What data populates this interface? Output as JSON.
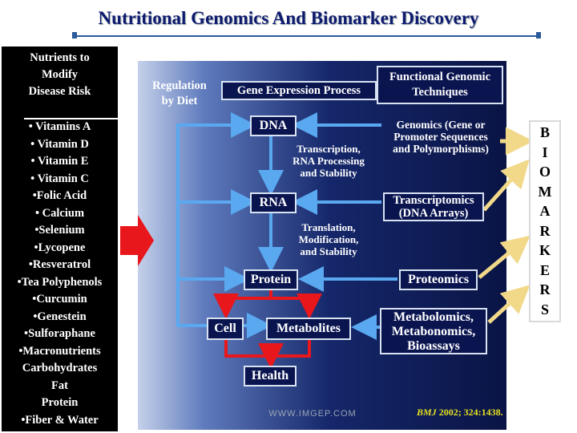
{
  "slide": {
    "title": "Nutritional Genomics And Biomarker Discovery"
  },
  "left": {
    "heading_lines": [
      "Nutrients to",
      "Modify",
      "Disease Risk"
    ],
    "items": [
      "• Vitamins A",
      "• Vitamin D",
      "• Vitamin E",
      "• Vitamin C",
      "•Folic Acid",
      "• Calcium",
      "•Selenium",
      "•Lycopene",
      "•Resveratrol",
      "•Tea Polyphenols",
      "•Curcumin",
      "•Genestein",
      "•Sulforaphane",
      "•Macronutrients",
      "Carbohydrates",
      "Fat",
      "Protein",
      "•Fiber & Water"
    ]
  },
  "diagram": {
    "header_regulation": [
      "Regulation",
      "by Diet"
    ],
    "header_process": "Gene Expression Process",
    "header_techniques": [
      "Functional Genomic",
      "Techniques"
    ],
    "dna": "DNA",
    "transcription": [
      "Transcription,",
      "RNA Processing",
      "and Stability"
    ],
    "rna": "RNA",
    "translation": [
      "Translation,",
      "Modification,",
      "and Stability"
    ],
    "protein": "Protein",
    "cell": "Cell",
    "metabolites": "Metabolites",
    "health": "Health",
    "genomics": [
      "Genomics (Gene or",
      "Promoter Sequences",
      "and Polymorphisms)"
    ],
    "transcriptomics": [
      "Transcriptomics",
      "(DNA Arrays)"
    ],
    "proteomics": "Proteomics",
    "metabolomics": [
      "Metabolomics,",
      "Metabonomics,",
      "Bioassays"
    ]
  },
  "biomarkers_letters": [
    "B",
    "I",
    "O",
    "M",
    "A",
    "R",
    "K",
    "E",
    "R",
    "S"
  ],
  "footer": {
    "url": "WWW.IMGEP.COM",
    "citation_journal": "BMJ",
    "citation_rest": " 2002; 324:1438."
  },
  "colors": {
    "title": "#0e1a6e",
    "panel_dark": "#0a1445",
    "flow_arrow": "#5aa8f0",
    "red_arrow": "#e8171c",
    "yellow_arrow": "#f2d98a",
    "citation": "#e6e020"
  }
}
